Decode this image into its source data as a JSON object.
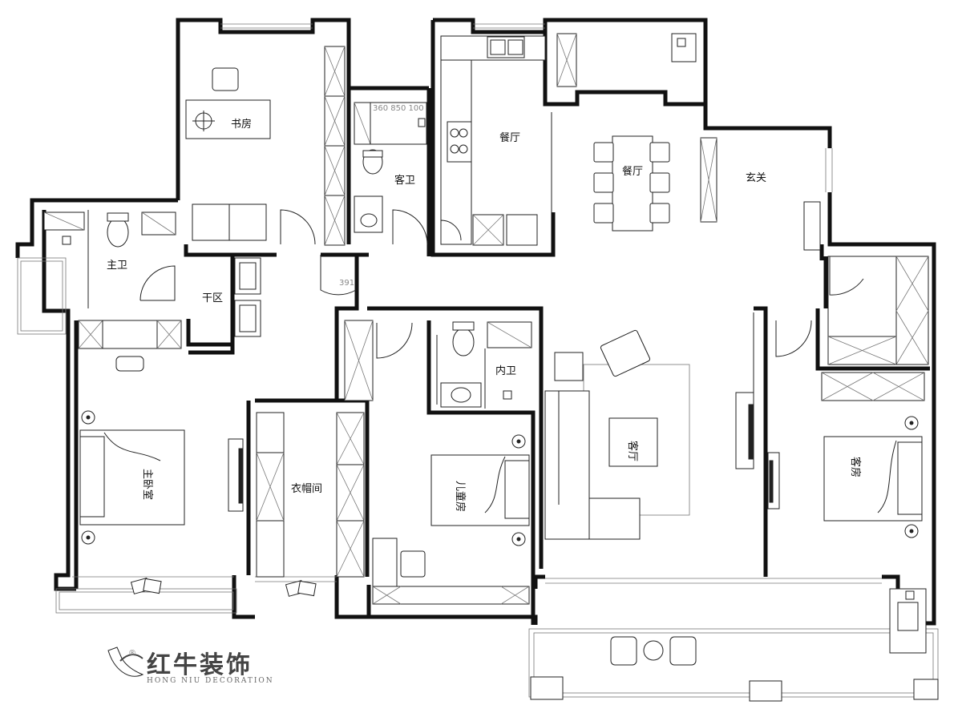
{
  "rooms": {
    "study": "书房",
    "guest_bath": "客卫",
    "kitchen": "餐厅",
    "dining": "餐厅",
    "entrance": "玄关",
    "master_bath": "主卫",
    "dry_zone": "干区",
    "master_bedroom": "主卧室",
    "walk_in_closet": "衣帽间",
    "kids_room": "儿童房",
    "inner_bath": "内卫",
    "living_room": "客厅",
    "guest_room": "客房"
  },
  "dimensions": {
    "guest_bath_width": "360  850  100",
    "corridor_door": "391"
  },
  "logo": {
    "name_cn": "红牛装饰",
    "name_en": "HONG NIU DECORATION",
    "registered": "®"
  }
}
